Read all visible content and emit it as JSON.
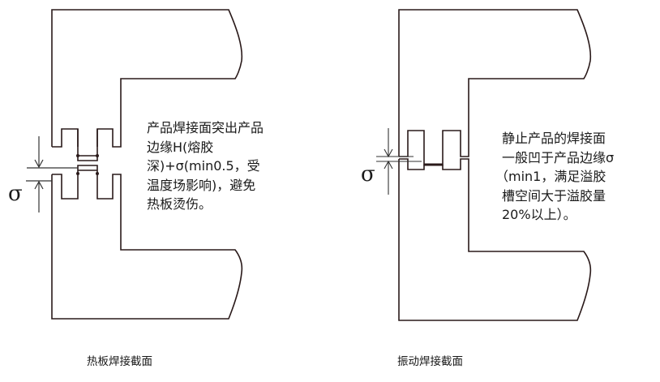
{
  "left_panel": {
    "caption": "热板焊接截面",
    "dimension_symbol": "σ",
    "note_lines": [
      "产品焊接面突出产品",
      "边缘H(熔胶",
      "深)+σ(min0.5，受",
      "温度场影响)，避免",
      "热板烫伤。"
    ]
  },
  "right_panel": {
    "caption": "振动焊接截面",
    "dimension_symbol": "σ",
    "note_lines": [
      "静止产品的焊接面",
      "一般凹于产品边缘σ",
      "（min1，满足溢胶",
      "槽空间大于溢胶量",
      "20%以上）。"
    ]
  },
  "colors": {
    "outline": "#2a1a1a",
    "dimension_line": "#333333",
    "text": "#1a1a1a"
  }
}
